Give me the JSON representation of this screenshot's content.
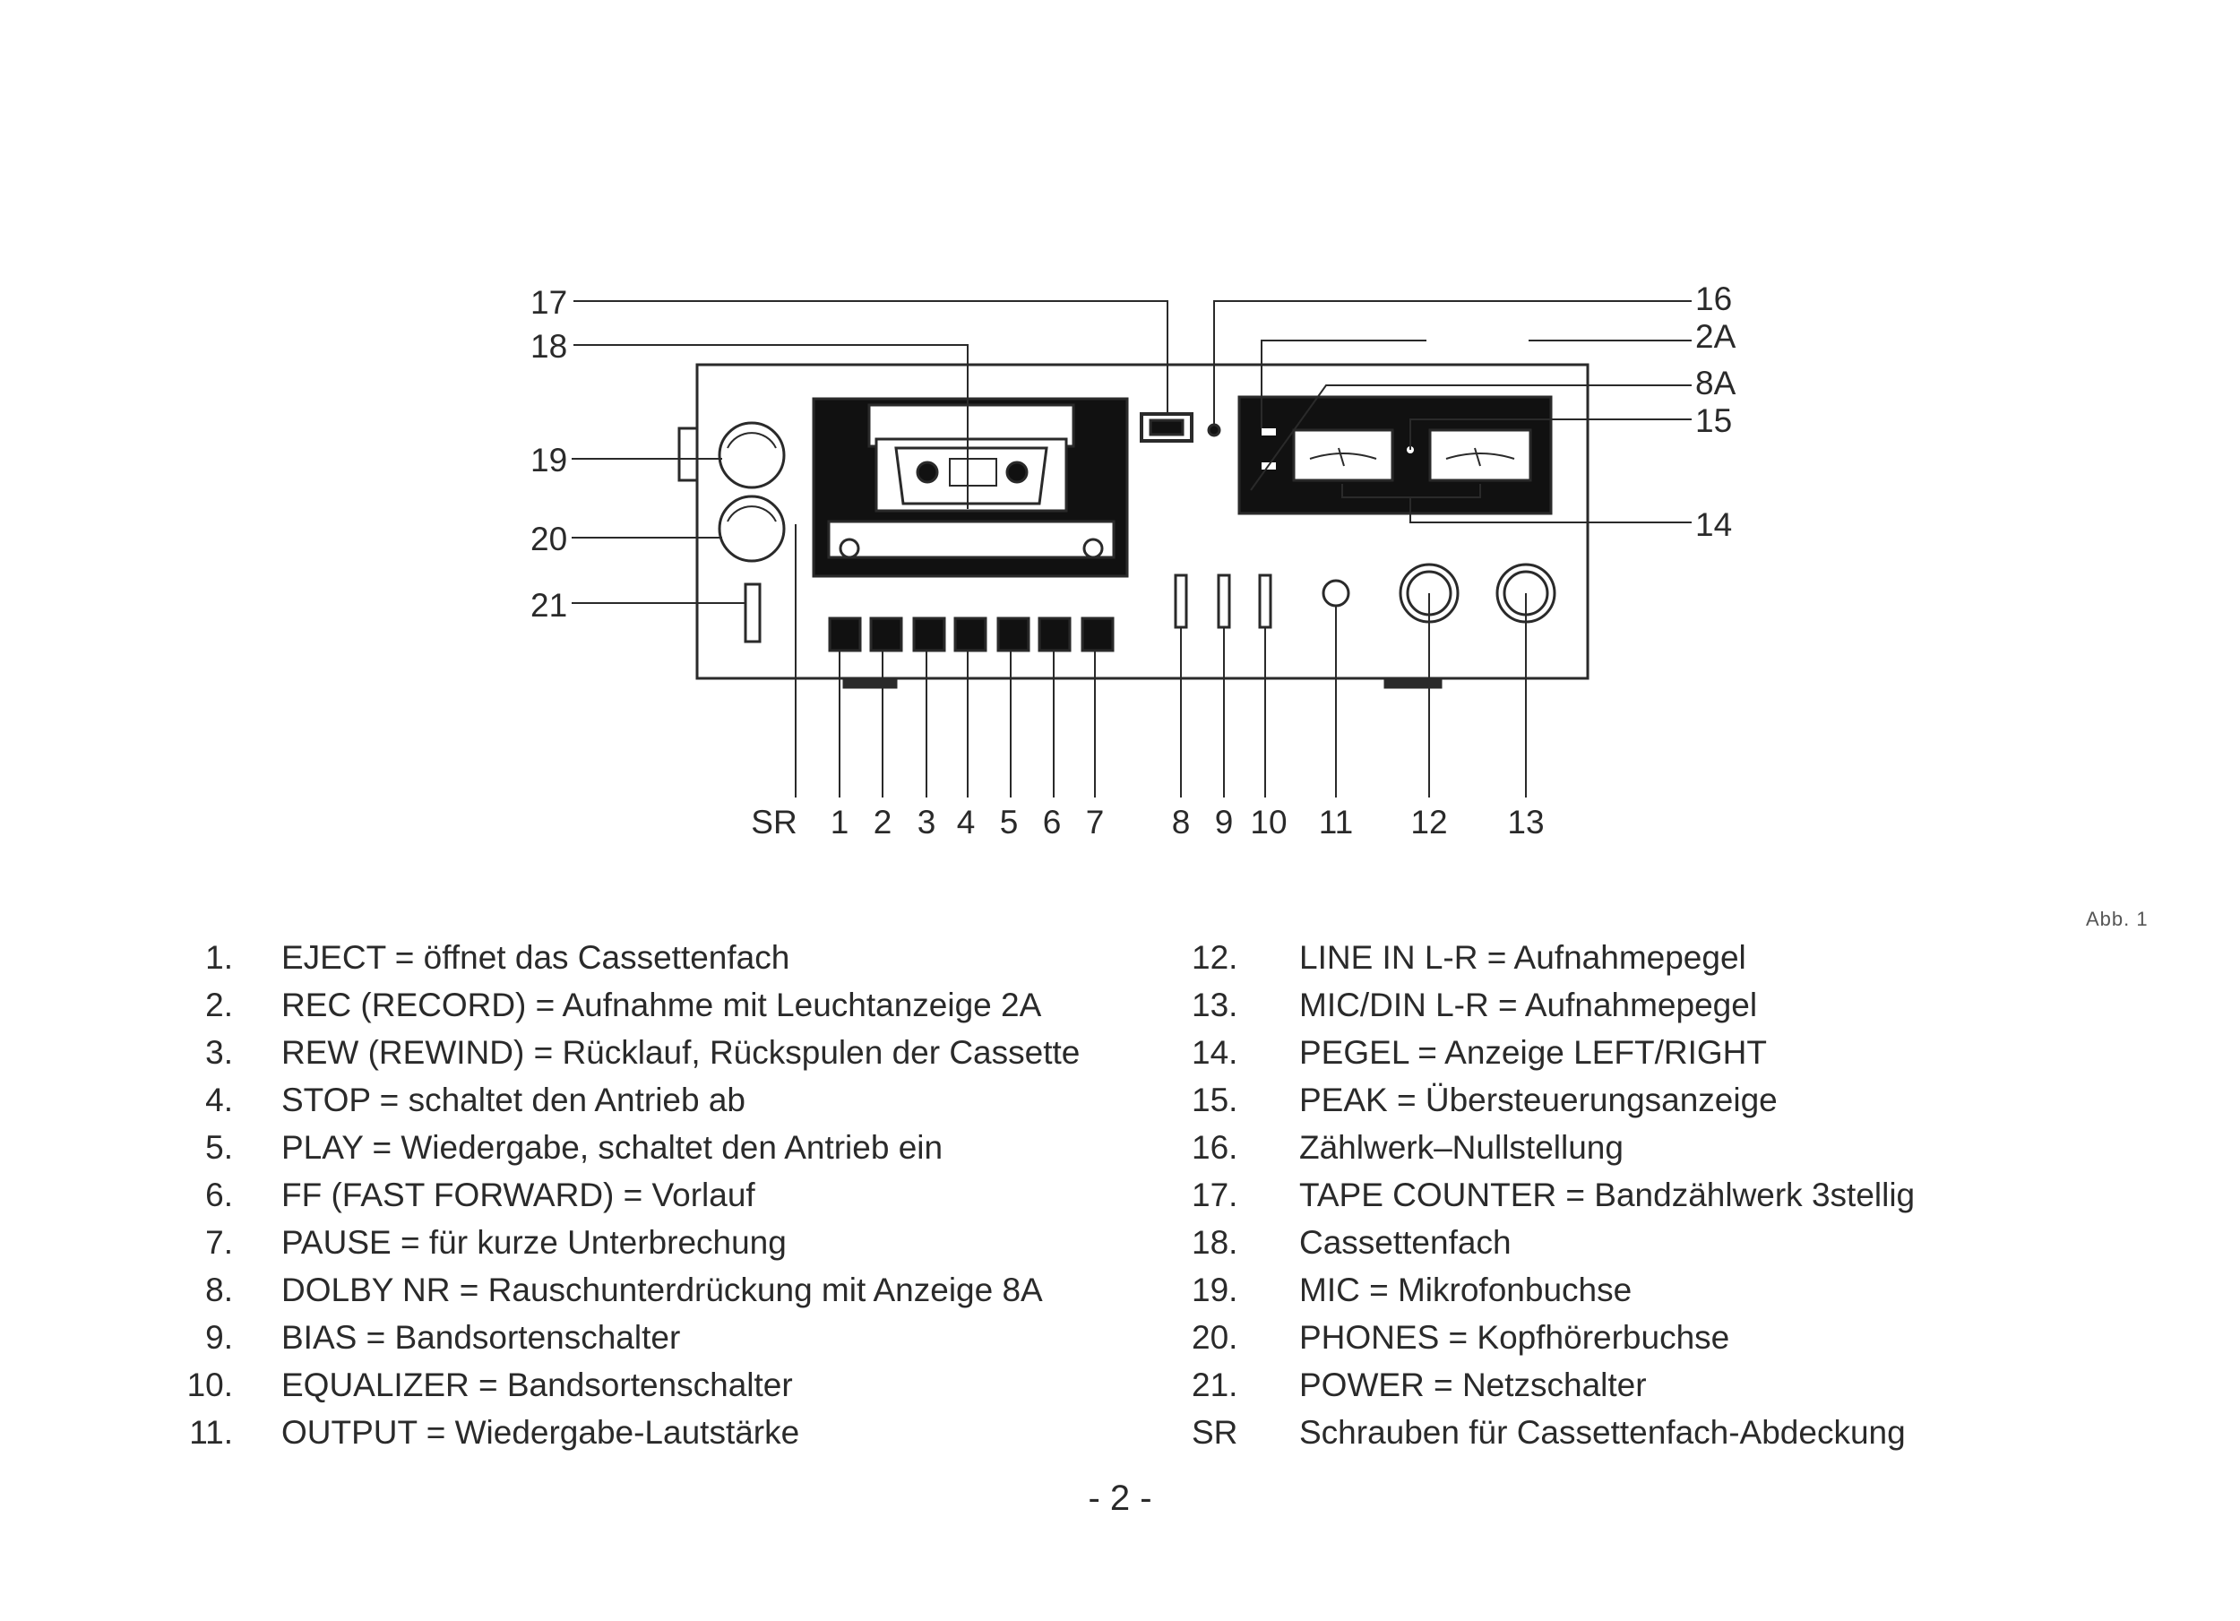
{
  "figure_label": "Abb. 1",
  "callouts": {
    "c17": "17",
    "c18": "18",
    "c19": "19",
    "c20": "20",
    "c21": "21",
    "c16": "16",
    "c2A": "2A",
    "c8A": "8A",
    "c15": "15",
    "c14": "14",
    "sr": "SR",
    "b1": "1",
    "b2": "2",
    "b3": "3",
    "b4": "4",
    "b5": "5",
    "b6": "6",
    "b7": "7",
    "b8": "8",
    "b9": "9",
    "b10": "10",
    "b11": "11",
    "b12": "12",
    "b13": "13"
  },
  "legend_left": [
    {
      "num": "1.",
      "text": "EJECT = öffnet das Cassettenfach"
    },
    {
      "num": "2.",
      "text": "REC (RECORD) = Aufnahme mit Leuchtanzeige 2A"
    },
    {
      "num": "3.",
      "text": "REW (REWIND) = Rücklauf, Rückspulen der Cassette"
    },
    {
      "num": "4.",
      "text": "STOP = schaltet den Antrieb ab"
    },
    {
      "num": "5.",
      "text": "PLAY = Wiedergabe, schaltet den Antrieb ein"
    },
    {
      "num": "6.",
      "text": "FF (FAST FORWARD) = Vorlauf"
    },
    {
      "num": "7.",
      "text": "PAUSE = für kurze Unterbrechung"
    },
    {
      "num": "8.",
      "text": "DOLBY NR = Rauschunterdrückung mit Anzeige 8A"
    },
    {
      "num": "9.",
      "text": "BIAS = Bandsortenschalter"
    },
    {
      "num": "10.",
      "text": "EQUALIZER = Bandsortenschalter"
    },
    {
      "num": "11.",
      "text": "OUTPUT = Wiedergabe-Lautstärke"
    }
  ],
  "legend_right": [
    {
      "num": "12.",
      "text": "LINE IN L-R = Aufnahmepegel"
    },
    {
      "num": "13.",
      "text": "MIC/DIN L-R = Aufnahmepegel"
    },
    {
      "num": "14.",
      "text": "PEGEL = Anzeige LEFT/RIGHT"
    },
    {
      "num": "15.",
      "text": "PEAK = Übersteuerungsanzeige"
    },
    {
      "num": "16.",
      "text": "Zählwerk–Nullstellung"
    },
    {
      "num": "17.",
      "text": "TAPE COUNTER = Bandzählwerk 3stellig"
    },
    {
      "num": "18.",
      "text": "Cassettenfach"
    },
    {
      "num": "19.",
      "text": "MIC = Mikrofonbuchse"
    },
    {
      "num": "20.",
      "text": "PHONES = Kopfhörerbuchse"
    },
    {
      "num": "21.",
      "text": "POWER = Netzschalter"
    },
    {
      "num": "SR",
      "text": "Schrauben für Cassettenfach-Abdeckung"
    }
  ],
  "page_number": "- 2 -"
}
